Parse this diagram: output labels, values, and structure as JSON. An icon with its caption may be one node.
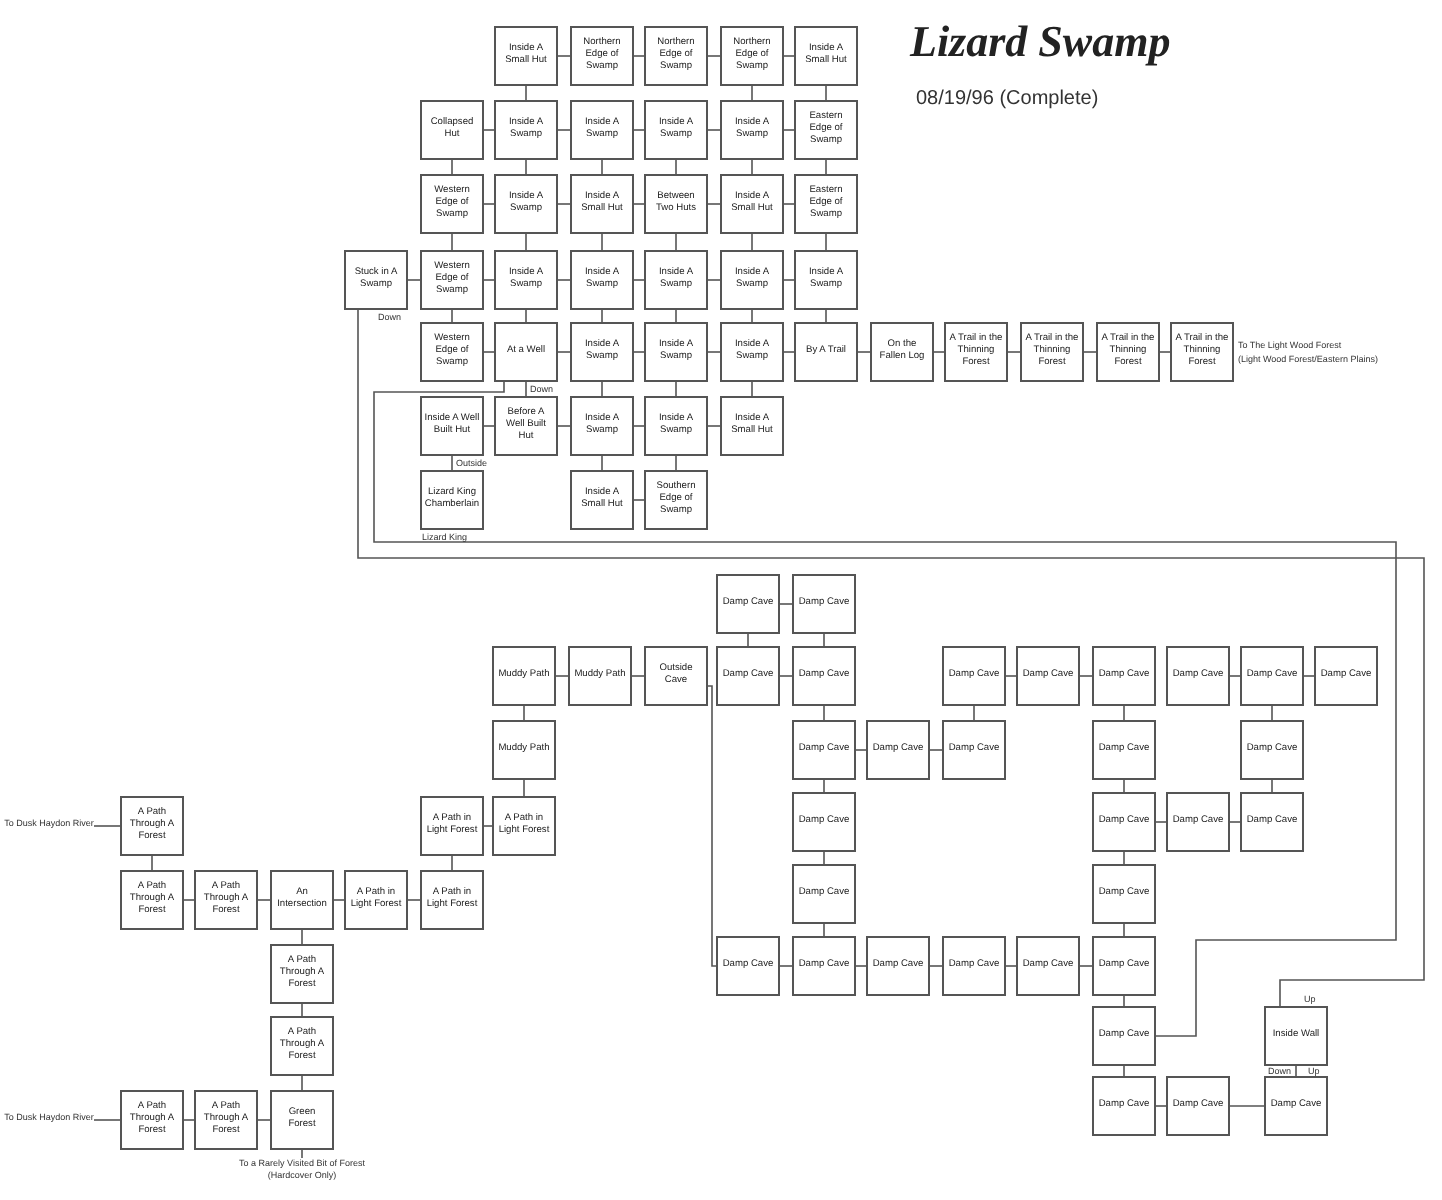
{
  "diagram": {
    "title": "Lizard Swamp",
    "nodes": [
      {
        "text": [
          "Inside A Small Hut"
        ]
      },
      {
        "text": [
          "Northern Edge of Swamp"
        ]
      },
      {
        "text": [
          "Northern Edge of Swamp"
        ]
      },
      {
        "text": [
          "Northern Edge of Swamp"
        ]
      },
      {
        "text": [
          "Inside A Small Hut"
        ]
      },
      {
        "text": [
          "Collapsed Hut"
        ]
      },
      {
        "text": [
          "Inside A Swamp"
        ]
      },
      {
        "text": [
          "Inside A Swamp"
        ]
      },
      {
        "text": [
          "Inside A Swamp"
        ]
      },
      {
        "text": [
          "Inside A Swamp"
        ]
      },
      {
        "text": [
          "Eastern Edge of Swamp"
        ]
      },
      {
        "text": [
          "Western Edge of Swamp"
        ]
      },
      {
        "text": [
          "Inside A Swamp"
        ]
      },
      {
        "text": [
          "Inside A Small Hut"
        ]
      },
      {
        "text": [
          "Between Two Huts"
        ]
      },
      {
        "text": [
          "Inside A Small Hut"
        ]
      },
      {
        "text": [
          "Eastern Edge of Swamp"
        ]
      },
      {
        "text": [
          "Stuck in A Swamp"
        ],
        "beside": [
          "Down"
        ]
      },
      {
        "text": [
          "Western Edge of Swamp"
        ]
      },
      {
        "text": [
          "Inside A Swamp"
        ]
      },
      {
        "text": [
          "Inside A Swamp"
        ]
      },
      {
        "text": [
          "Inside A Swamp"
        ]
      },
      {
        "text": [
          "Inside A Swamp"
        ]
      },
      {
        "text": [
          "Inside A Swamp"
        ]
      },
      {
        "text": [
          "Western Edge of Swamp"
        ]
      },
      {
        "text": [
          "At a Well"
        ],
        "beside": [
          "Down"
        ]
      },
      {
        "text": [
          "Inside A Swamp"
        ]
      },
      {
        "text": [
          "Inside A Swamp"
        ]
      },
      {
        "text": [
          "Inside A Swamp"
        ]
      },
      {
        "text": [
          "By A Trail"
        ]
      },
      {
        "text": [
          "On the Fallen Log"
        ]
      },
      {
        "text": [
          "A Trail in the Thinning Forest"
        ]
      },
      {
        "text": [
          "A Trail in the Thinning Forest"
        ]
      },
      {
        "text": [
          "A Trail in the Thinning Forest"
        ]
      },
      {
        "text": [
          "A Trail in the Thinning Forest"
        ],
        "beside": [
          "To The Light Wood Forest",
          "(Light Wood Forest/Eastern Plains)"
        ]
      },
      {
        "text": [
          "Inside A Well Built Hut"
        ],
        "beside": [
          "Outside"
        ]
      },
      {
        "text": [
          "Before A Well Built Hut"
        ]
      },
      {
        "text": [
          "Inside A Swamp"
        ]
      },
      {
        "text": [
          "Inside A Swamp"
        ]
      },
      {
        "text": [
          "Inside A Small Hut"
        ]
      },
      {
        "text": [
          "Lizard King Chamberlain"
        ],
        "beside": [
          "Lizard King"
        ]
      },
      {
        "text": [
          "Inside A Small Hut"
        ]
      },
      {
        "text": [
          "Southern Edge of Swamp"
        ]
      },
      {
        "text": [
          "Damp Cave"
        ]
      },
      {
        "text": [
          "Damp Cave"
        ]
      },
      {
        "text": [
          "Muddy Path"
        ]
      },
      {
        "text": [
          "Muddy Path"
        ]
      },
      {
        "text": [
          "Outside Cave"
        ]
      },
      {
        "text": [
          "Damp Cave"
        ]
      },
      {
        "text": [
          "Damp Cave"
        ]
      },
      {
        "text": [
          "Damp Cave"
        ]
      },
      {
        "text": [
          "Damp Cave"
        ]
      },
      {
        "text": [
          "Damp Cave"
        ]
      },
      {
        "text": [
          "Damp Cave"
        ]
      },
      {
        "text": [
          "Damp Cave"
        ]
      },
      {
        "text": [
          "Damp Cave"
        ]
      },
      {
        "text": [
          "Muddy Path"
        ]
      },
      {
        "text": [
          "Damp Cave"
        ]
      },
      {
        "text": [
          "Damp Cave"
        ]
      },
      {
        "text": [
          "Damp Cave"
        ]
      },
      {
        "text": [
          "Damp Cave"
        ]
      },
      {
        "text": [
          "Damp Cave"
        ]
      },
      {
        "text": [
          "To Dusk Haydon River"
        ]
      },
      {
        "text": [
          "A Path Through A Forest"
        ]
      },
      {
        "text": [
          "A Path in Light Forest"
        ]
      },
      {
        "text": [
          "A Path in Light Forest"
        ]
      },
      {
        "text": [
          "Damp Cave"
        ]
      },
      {
        "text": [
          "Damp Cave"
        ]
      },
      {
        "text": [
          "Damp Cave"
        ]
      },
      {
        "text": [
          "Damp Cave"
        ]
      },
      {
        "text": [
          "A Path Through A Forest"
        ]
      },
      {
        "text": [
          "A Path Through A Forest"
        ]
      },
      {
        "text": [
          "An Intersection"
        ]
      },
      {
        "text": [
          "A Path in Light Forest"
        ]
      },
      {
        "text": [
          "A Path in Light Forest"
        ]
      },
      {
        "text": [
          "Damp Cave"
        ]
      },
      {
        "text": [
          "Damp Cave"
        ]
      },
      {
        "text": [
          "A Path Through A Forest"
        ]
      },
      {
        "text": [
          "Damp Cave"
        ]
      },
      {
        "text": [
          "Damp Cave"
        ]
      },
      {
        "text": [
          "Damp Cave"
        ]
      },
      {
        "text": [
          "Damp Cave"
        ]
      },
      {
        "text": [
          "Damp Cave"
        ]
      },
      {
        "text": [
          "Damp Cave"
        ]
      },
      {
        "text": [
          "A Path Through A Forest"
        ]
      },
      {
        "text": [
          "Damp Cave"
        ]
      },
      {
        "text": [
          "Inside Wall"
        ],
        "beside": [
          "Up",
          "Down"
        ]
      },
      {
        "text": [
          "To Dusk Haydon River"
        ]
      },
      {
        "text": [
          "A Path Through A Forest"
        ]
      },
      {
        "text": [
          "A Path Through A Forest"
        ]
      },
      {
        "text": [
          "Green Forest"
        ]
      },
      {
        "text": [
          "Damp Cave"
        ]
      },
      {
        "text": [
          "Damp Cave"
        ]
      },
      {
        "text": [
          "Damp Cave"
        ],
        "beside": [
          "Up"
        ]
      },
      {
        "text": [
          "To a Rarely Visited Bit of Forest (Hardcover Only)"
        ]
      }
    ],
    "edges": [
      {
        "from": 0,
        "to": 1,
        "arrow": "none"
      },
      {
        "from": 1,
        "to": 2,
        "arrow": "none"
      },
      {
        "from": 2,
        "to": 3,
        "arrow": "none"
      },
      {
        "from": 3,
        "to": 4,
        "arrow": "none"
      },
      {
        "from": 0,
        "to": 6,
        "arrow": "none"
      },
      {
        "from": 3,
        "to": 9,
        "arrow": "none"
      },
      {
        "from": 4,
        "to": 10,
        "arrow": "none"
      },
      {
        "from": 5,
        "to": 6,
        "arrow": "none"
      },
      {
        "from": 6,
        "to": 7,
        "arrow": "none"
      },
      {
        "from": 7,
        "to": 8,
        "arrow": "none"
      },
      {
        "from": 8,
        "to": 9,
        "arrow": "none"
      },
      {
        "from": 9,
        "to": 10,
        "arrow": "none"
      },
      {
        "from": 5,
        "to": 11,
        "arrow": "none"
      },
      {
        "from": 6,
        "to": 12,
        "arrow": "none"
      },
      {
        "from": 7,
        "to": 13,
        "arrow": "none"
      },
      {
        "from": 8,
        "to": 14,
        "arrow": "none"
      },
      {
        "from": 9,
        "to": 15,
        "arrow": "none"
      },
      {
        "from": 10,
        "to": 16,
        "arrow": "none"
      },
      {
        "from": 11,
        "to": 12,
        "arrow": "none"
      },
      {
        "from": 12,
        "to": 13,
        "arrow": "none"
      },
      {
        "from": 13,
        "to": 14,
        "arrow": "none"
      },
      {
        "from": 14,
        "to": 15,
        "arrow": "none"
      },
      {
        "from": 15,
        "to": 16,
        "arrow": "none"
      },
      {
        "from": 11,
        "to": 18,
        "arrow": "none"
      },
      {
        "from": 12,
        "to": 19,
        "arrow": "none"
      },
      {
        "from": 13,
        "to": 20,
        "arrow": "none"
      },
      {
        "from": 14,
        "to": 21,
        "arrow": "none"
      },
      {
        "from": 15,
        "to": 22,
        "arrow": "none"
      },
      {
        "from": 16,
        "to": 23,
        "arrow": "none"
      },
      {
        "from": 17,
        "to": 18,
        "arrow": "none"
      },
      {
        "from": 18,
        "to": 19,
        "arrow": "none"
      },
      {
        "from": 19,
        "to": 20,
        "arrow": "none"
      },
      {
        "from": 20,
        "to": 21,
        "arrow": "none"
      },
      {
        "from": 21,
        "to": 22,
        "arrow": "none"
      },
      {
        "from": 22,
        "to": 23,
        "arrow": "none"
      },
      {
        "from": 18,
        "to": 24,
        "arrow": "none"
      },
      {
        "from": 19,
        "to": 25,
        "arrow": "none"
      },
      {
        "from": 20,
        "to": 26,
        "arrow": "none"
      },
      {
        "from": 21,
        "to": 27,
        "arrow": "none"
      },
      {
        "from": 22,
        "to": 28,
        "arrow": "none"
      },
      {
        "from": 23,
        "to": 29,
        "arrow": "none"
      },
      {
        "from": 24,
        "to": 25,
        "arrow": "none"
      },
      {
        "from": 25,
        "to": 26,
        "arrow": "none"
      },
      {
        "from": 26,
        "to": 27,
        "arrow": "none"
      },
      {
        "from": 27,
        "to": 28,
        "arrow": "none"
      },
      {
        "from": 28,
        "to": 29,
        "arrow": "none"
      },
      {
        "from": 29,
        "to": 30,
        "arrow": "none"
      },
      {
        "from": 30,
        "to": 31,
        "arrow": "none"
      },
      {
        "from": 31,
        "to": 32,
        "arrow": "none"
      },
      {
        "from": 32,
        "to": 33,
        "arrow": "none"
      },
      {
        "from": 33,
        "to": 34,
        "arrow": "none"
      },
      {
        "from": 25,
        "to": 36,
        "arrow": "none"
      },
      {
        "from": 26,
        "to": 37,
        "arrow": "none"
      },
      {
        "from": 27,
        "to": 38,
        "arrow": "none"
      },
      {
        "from": 28,
        "to": 39,
        "arrow": "none"
      },
      {
        "from": 35,
        "to": 36,
        "arrow": "none"
      },
      {
        "from": 36,
        "to": 37,
        "arrow": "none"
      },
      {
        "from": 37,
        "to": 38,
        "arrow": "none"
      },
      {
        "from": 38,
        "to": 39,
        "arrow": "none"
      },
      {
        "from": 35,
        "to": 40,
        "arrow": "none"
      },
      {
        "from": 37,
        "to": 41,
        "arrow": "none"
      },
      {
        "from": 38,
        "to": 42,
        "arrow": "none"
      },
      {
        "from": 41,
        "to": 42,
        "arrow": "none"
      },
      {
        "from": 17,
        "to": 86,
        "arrow": "none"
      },
      {
        "from": 25,
        "to": 85,
        "arrow": "none"
      },
      {
        "from": 43,
        "to": 44,
        "arrow": "none"
      },
      {
        "from": 43,
        "to": 48,
        "arrow": "none"
      },
      {
        "from": 44,
        "to": 49,
        "arrow": "none"
      },
      {
        "from": 48,
        "to": 49,
        "arrow": "none"
      },
      {
        "from": 50,
        "to": 51,
        "arrow": "none"
      },
      {
        "from": 51,
        "to": 52,
        "arrow": "none"
      },
      {
        "from": 53,
        "to": 54,
        "arrow": "none"
      },
      {
        "from": 54,
        "to": 55,
        "arrow": "none"
      },
      {
        "from": 49,
        "to": 57,
        "arrow": "none"
      },
      {
        "from": 50,
        "to": 59,
        "arrow": "none"
      },
      {
        "from": 52,
        "to": 60,
        "arrow": "none"
      },
      {
        "from": 54,
        "to": 61,
        "arrow": "none"
      },
      {
        "from": 57,
        "to": 58,
        "arrow": "none"
      },
      {
        "from": 58,
        "to": 59,
        "arrow": "none"
      },
      {
        "from": 57,
        "to": 66,
        "arrow": "none"
      },
      {
        "from": 60,
        "to": 67,
        "arrow": "none"
      },
      {
        "from": 61,
        "to": 69,
        "arrow": "none"
      },
      {
        "from": 67,
        "to": 68,
        "arrow": "none"
      },
      {
        "from": 68,
        "to": 69,
        "arrow": "none"
      },
      {
        "from": 66,
        "to": 75,
        "arrow": "none"
      },
      {
        "from": 67,
        "to": 76,
        "arrow": "none"
      },
      {
        "from": 75,
        "to": 79,
        "arrow": "none"
      },
      {
        "from": 76,
        "to": 83,
        "arrow": "none"
      },
      {
        "from": 78,
        "to": 79,
        "arrow": "none"
      },
      {
        "from": 79,
        "to": 80,
        "arrow": "none"
      },
      {
        "from": 80,
        "to": 81,
        "arrow": "none"
      },
      {
        "from": 81,
        "to": 82,
        "arrow": "none"
      },
      {
        "from": 82,
        "to": 83,
        "arrow": "none"
      },
      {
        "from": 47,
        "to": 78,
        "arrow": "none"
      },
      {
        "from": 83,
        "to": 85,
        "arrow": "none"
      },
      {
        "from": 85,
        "to": 91,
        "arrow": "none"
      },
      {
        "from": 91,
        "to": 92,
        "arrow": "none"
      },
      {
        "from": 92,
        "to": 93,
        "arrow": "none"
      },
      {
        "from": 86,
        "to": 93,
        "arrow": "none"
      },
      {
        "from": 45,
        "to": 46,
        "arrow": "none"
      },
      {
        "from": 46,
        "to": 47,
        "arrow": "none"
      },
      {
        "from": 45,
        "to": 56,
        "arrow": "none"
      },
      {
        "from": 56,
        "to": 65,
        "arrow": "none"
      },
      {
        "from": 64,
        "to": 65,
        "arrow": "none"
      },
      {
        "from": 64,
        "to": 74,
        "arrow": "none"
      },
      {
        "from": 73,
        "to": 74,
        "arrow": "none"
      },
      {
        "from": 72,
        "to": 73,
        "arrow": "none"
      },
      {
        "from": 71,
        "to": 72,
        "arrow": "none"
      },
      {
        "from": 70,
        "to": 71,
        "arrow": "none"
      },
      {
        "from": 63,
        "to": 70,
        "arrow": "none"
      },
      {
        "from": 62,
        "to": 63,
        "arrow": "none"
      },
      {
        "from": 72,
        "to": 77,
        "arrow": "none"
      },
      {
        "from": 77,
        "to": 84,
        "arrow": "none"
      },
      {
        "from": 84,
        "to": 90,
        "arrow": "none"
      },
      {
        "from": 89,
        "to": 90,
        "arrow": "none"
      },
      {
        "from": 88,
        "to": 89,
        "arrow": "none"
      },
      {
        "from": 87,
        "to": 88,
        "arrow": "none"
      },
      {
        "from": 90,
        "to": 94,
        "arrow": "none"
      }
    ],
    "labels": [
      "08/19/96 (Complete)"
    ]
  }
}
